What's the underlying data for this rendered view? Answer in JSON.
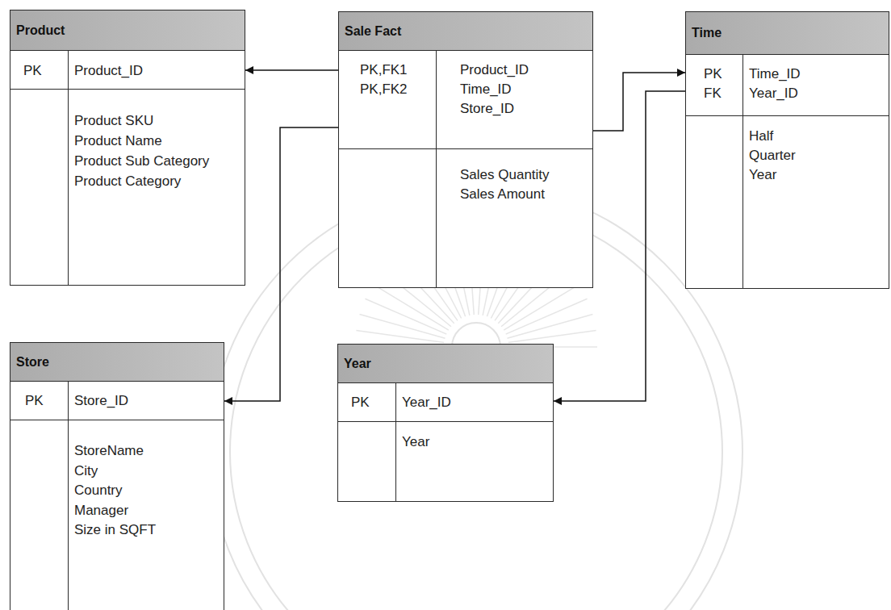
{
  "diagram": {
    "nodes": [
      {
        "text": [
          "Product",
          "PK",
          "Product_ID",
          "Product SKU",
          "Product Name",
          "Product Sub Category",
          "Product Category"
        ]
      },
      {
        "text": [
          "Sale Fact",
          "PK,FK1",
          "PK,FK2",
          "Product_ID",
          "Time_ID",
          "Store_ID",
          "Sales Quantity",
          "Sales Amount"
        ]
      },
      {
        "text": [
          "Time",
          "PK",
          "FK",
          "Time_ID",
          "Year_ID",
          "Half",
          "Quarter",
          "Year"
        ]
      },
      {
        "text": [
          "Store",
          "PK",
          "Store_ID",
          "StoreName",
          "City",
          "Country",
          "Manager",
          "Size in SQFT"
        ]
      },
      {
        "text": [
          "Year",
          "PK",
          "Year_ID",
          "Year"
        ]
      }
    ],
    "edges": [
      {
        "from": 1,
        "to": 0,
        "arrow": "to"
      },
      {
        "from": 1,
        "to": 3,
        "arrow": "to"
      },
      {
        "from": 1,
        "to": 2,
        "arrow": "to"
      },
      {
        "from": 2,
        "to": 4,
        "arrow": "to"
      }
    ]
  }
}
